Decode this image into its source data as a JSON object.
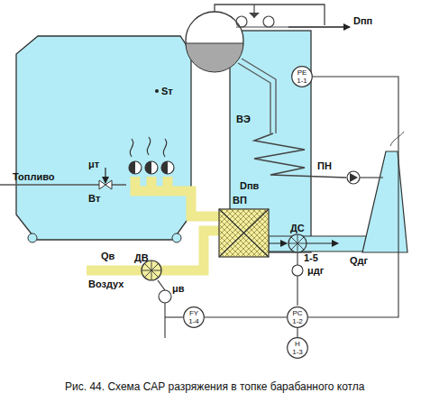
{
  "diagram": {
    "caption": "Рис. 44. Схема САР разряжения в топке барабанного котла",
    "nodes": [
      {
        "text": [
          "PE",
          "1-1"
        ]
      },
      {
        "text": [
          "FY",
          "1-4"
        ]
      },
      {
        "text": [
          "PC",
          "1-2"
        ]
      },
      {
        "text": [
          "H",
          "1-3"
        ]
      }
    ],
    "edges": [
      {
        "from": 0,
        "to": 2,
        "arrow": "none"
      },
      {
        "from": 2,
        "to": 1,
        "arrow": "none"
      },
      {
        "from": 3,
        "to": 2,
        "arrow": "none"
      }
    ],
    "labels": [
      "Dпп",
      "Sт",
      "ВЭ",
      "Dпв",
      "ПН",
      "μт",
      "Топливо",
      "Bт",
      "ВП",
      "ДС",
      "Qдг",
      "1-5",
      "ДВ",
      "μдг",
      "Qв",
      "Воздух",
      "μв"
    ]
  }
}
